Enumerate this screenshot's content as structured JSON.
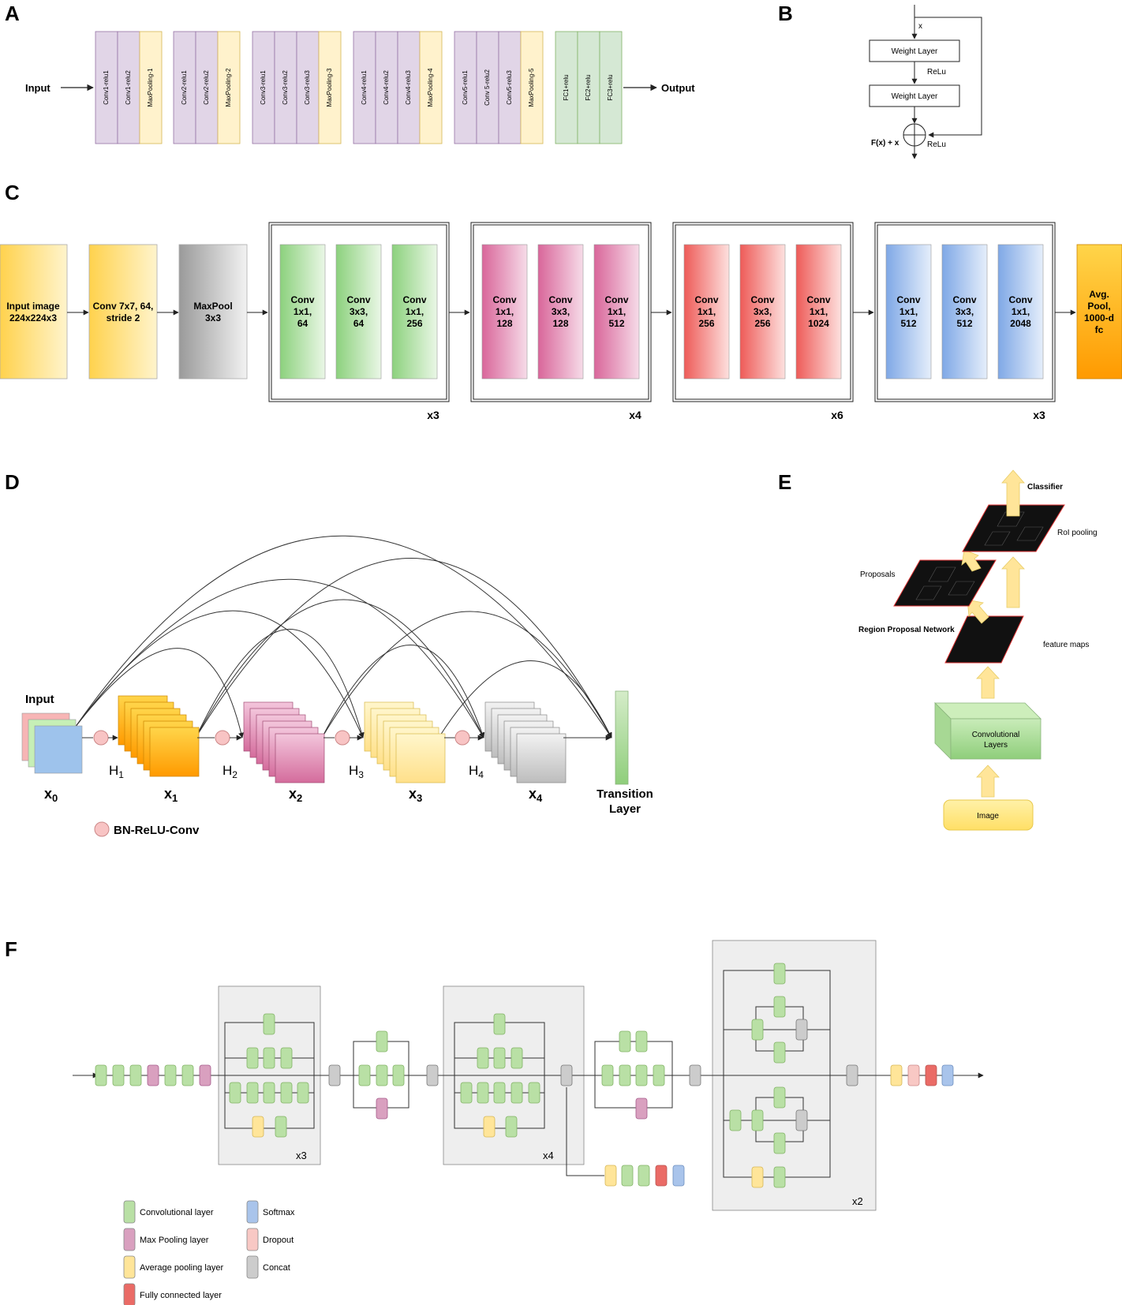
{
  "colors": {
    "vgg_conv": "#e1d5e7",
    "vgg_pool": "#fff2cc",
    "vgg_fc": "#d5e8d4",
    "line": "#222222",
    "f_green": "#b9e0a5",
    "f_pink": "#d9a0bf",
    "f_yellow": "#ffe599",
    "f_red": "#ea6b66",
    "f_blue": "#a9c4eb",
    "f_salmon": "#f8c8c4",
    "f_gray": "#cccccc",
    "orange": "#ff9f00"
  },
  "panels": {
    "a": "A",
    "b": "B",
    "c": "C",
    "d": "D",
    "e": "E",
    "f": "F"
  },
  "vgg": {
    "input": "Input",
    "output": "Output",
    "blocks": [
      {
        "layers": [
          {
            "label": "Conv1-relu1",
            "kind": "conv"
          },
          {
            "label": "Conv1-relu2",
            "kind": "conv"
          },
          {
            "label": "MaxPooling-1",
            "kind": "pool"
          }
        ]
      },
      {
        "layers": [
          {
            "label": "Conv2-relu1",
            "kind": "conv"
          },
          {
            "label": "Conv2-relu2",
            "kind": "conv"
          },
          {
            "label": "MaxPooling-2",
            "kind": "pool"
          }
        ]
      },
      {
        "layers": [
          {
            "label": "Conv3-relu1",
            "kind": "conv"
          },
          {
            "label": "Conv3-relu2",
            "kind": "conv"
          },
          {
            "label": "Conv3-relu3",
            "kind": "conv"
          },
          {
            "label": "MaxPooling-3",
            "kind": "pool"
          }
        ]
      },
      {
        "layers": [
          {
            "label": "Conv4-relu1",
            "kind": "conv"
          },
          {
            "label": "Conv4-relu2",
            "kind": "conv"
          },
          {
            "label": "Conv4-relu3",
            "kind": "conv"
          },
          {
            "label": "MaxPooling-4",
            "kind": "pool"
          }
        ]
      },
      {
        "layers": [
          {
            "label": "Conv5-relu1",
            "kind": "conv"
          },
          {
            "label": "Conv 5-relu2",
            "kind": "conv"
          },
          {
            "label": "Conv5-relu3",
            "kind": "conv"
          },
          {
            "label": "MaxPooling-5",
            "kind": "pool"
          }
        ]
      },
      {
        "layers": [
          {
            "label": "FC1+relu",
            "kind": "fc"
          },
          {
            "label": "FC2+relu",
            "kind": "fc"
          },
          {
            "label": "FC3+relu",
            "kind": "fc"
          }
        ]
      }
    ]
  },
  "residual": {
    "x": "x",
    "weight1": "Weight Layer",
    "relu1": "ReLu",
    "weight2": "Weight Layer",
    "sum": "F(x) + x",
    "relu2": "ReLu"
  },
  "resnet": {
    "input": [
      "Input image",
      "224x224x3"
    ],
    "conv1": [
      "Conv 7x7, 64,",
      "stride 2"
    ],
    "pool": [
      "MaxPool",
      "3x3"
    ],
    "stages": [
      {
        "repeat": "x3",
        "color": "#8cd17d",
        "layers": [
          [
            "Conv",
            "1x1,",
            "64"
          ],
          [
            "Conv",
            "3x3,",
            "64"
          ],
          [
            "Conv",
            "1x1,",
            "256"
          ]
        ]
      },
      {
        "repeat": "x4",
        "color": "#d9669a",
        "layers": [
          [
            "Conv",
            "1x1,",
            "128"
          ],
          [
            "Conv",
            "3x3,",
            "128"
          ],
          [
            "Conv",
            "1x1,",
            "512"
          ]
        ]
      },
      {
        "repeat": "x6",
        "color": "#ee5b58",
        "layers": [
          [
            "Conv",
            "1x1,",
            "256"
          ],
          [
            "Conv",
            "3x3,",
            "256"
          ],
          [
            "Conv",
            "1x1,",
            "1024"
          ]
        ]
      },
      {
        "repeat": "x3",
        "color": "#7fa8e6",
        "layers": [
          [
            "Conv",
            "1x1,",
            "512"
          ],
          [
            "Conv",
            "3x3,",
            "512"
          ],
          [
            "Conv",
            "1x1,",
            "2048"
          ]
        ]
      }
    ],
    "output": [
      "Avg.",
      "Pool,",
      "1000-d",
      "fc"
    ]
  },
  "dense": {
    "input": "Input",
    "h_base": "H",
    "h_subs": [
      "1",
      "2",
      "3",
      "4"
    ],
    "x_base": "x",
    "x_subs": [
      "0",
      "1",
      "2",
      "3",
      "4"
    ],
    "transition": [
      "Transition",
      "Layer"
    ],
    "legend": "BN-ReLU-Conv"
  },
  "faster_rcnn": {
    "classifier": "Classifier",
    "roi": "RoI pooling",
    "proposals": "Proposals",
    "rpn": "Region Proposal Network",
    "feature_maps": "feature maps",
    "conv": [
      "Convolutional",
      "Layers"
    ],
    "image": "Image"
  },
  "inception": {
    "repeats": [
      "x3",
      "x4",
      "x2"
    ],
    "legend": [
      {
        "label": "Convolutional layer",
        "color": "#b9e0a5"
      },
      {
        "label": "Max Pooling layer",
        "color": "#d9a0bf"
      },
      {
        "label": "Average pooling layer",
        "color": "#ffe599"
      },
      {
        "label": "Fully connected layer",
        "color": "#ea6b66"
      },
      {
        "label": "Softmax",
        "color": "#a9c4eb"
      },
      {
        "label": "Dropout",
        "color": "#f8c8c4"
      },
      {
        "label": "Concat",
        "color": "#cccccc"
      }
    ]
  }
}
